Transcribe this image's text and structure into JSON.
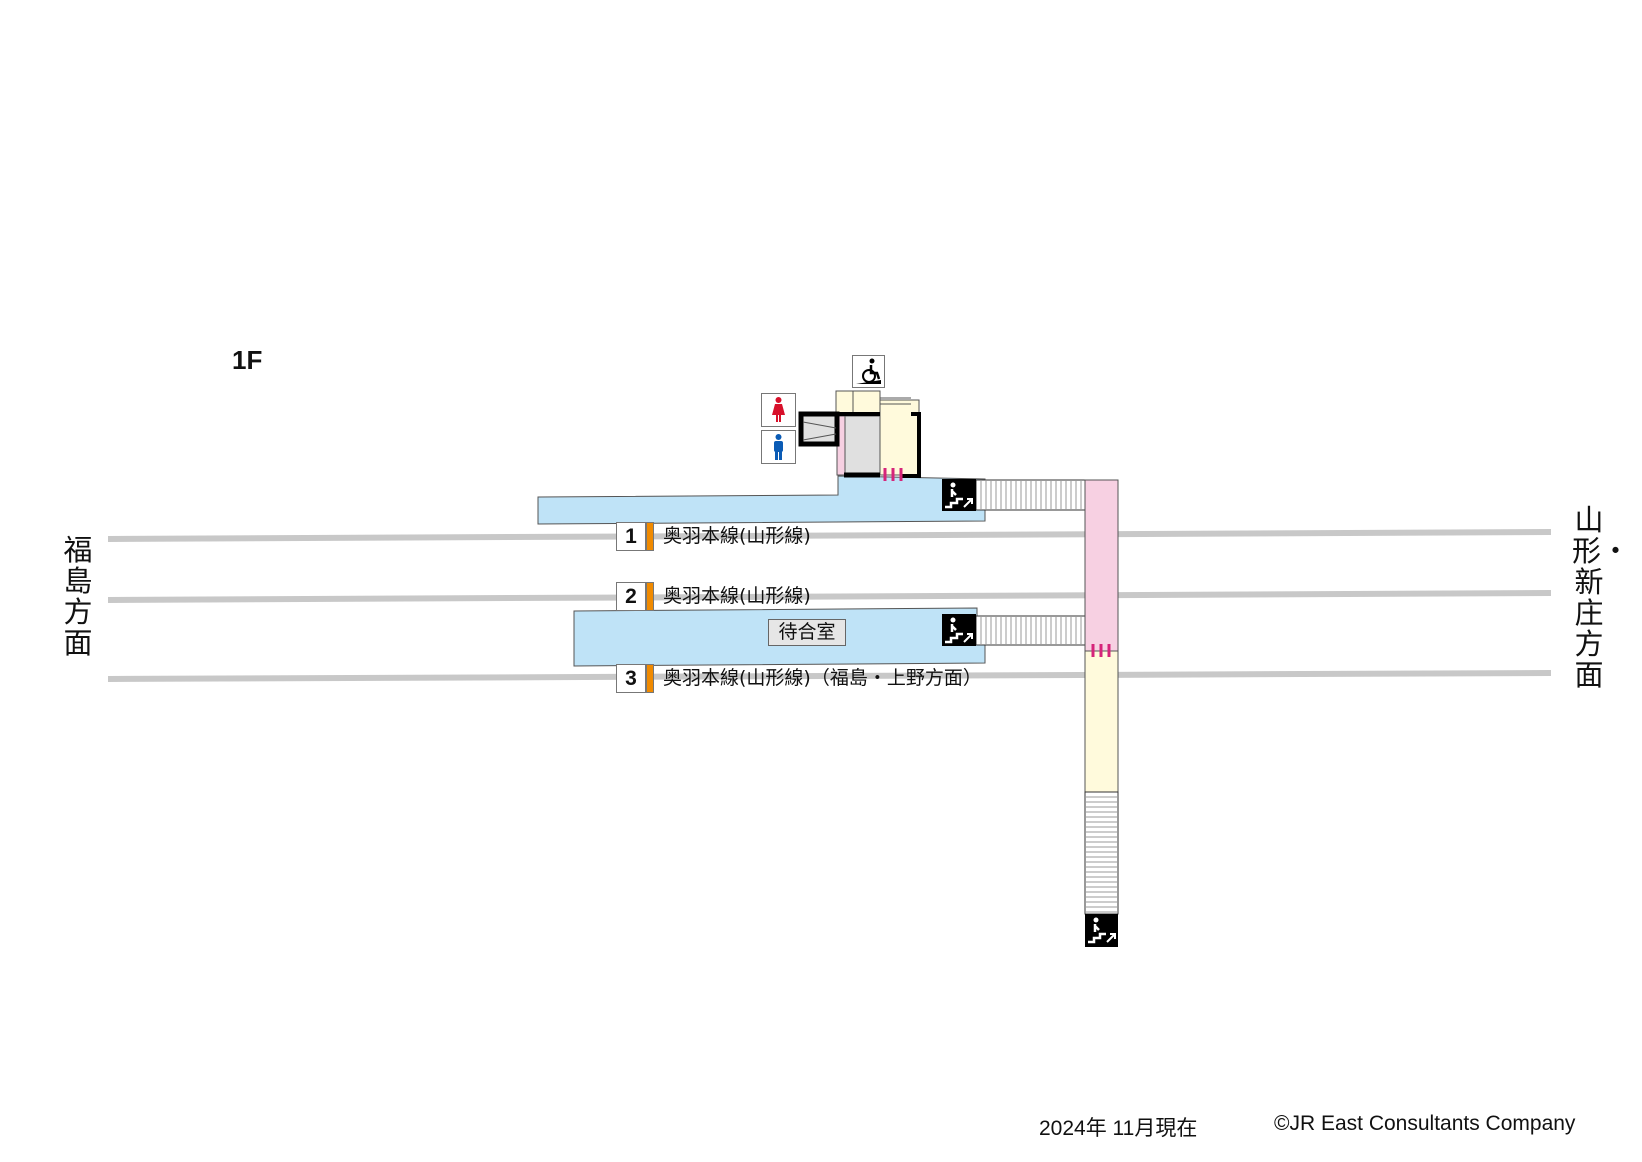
{
  "floor_label": "1F",
  "directions": {
    "left": "福島方面",
    "right": "山形・新庄方面"
  },
  "platforms": [
    {
      "number": "1",
      "label": "奥羽本線(山形線)"
    },
    {
      "number": "2",
      "label": "奥羽本線(山形線)"
    },
    {
      "number": "3",
      "label": "奥羽本線(山形線)（福島・上野方面）"
    }
  ],
  "rooms": {
    "waiting_room": "待合室"
  },
  "icons": [
    "female-toilet-icon",
    "male-toilet-icon",
    "wheelchair-ramp-icon",
    "stairs-up-icon"
  ],
  "colors": {
    "platform": "#bfe3f7",
    "concourse_pink": "#f7d0e2",
    "concourse_cream": "#fffadc",
    "track": "#c8c8c8",
    "platform_marker": "#f08a00",
    "gate": "#d6247a"
  },
  "footer": {
    "date": "2024年 11月現在",
    "copyright": "©JR East Consultants Company"
  }
}
